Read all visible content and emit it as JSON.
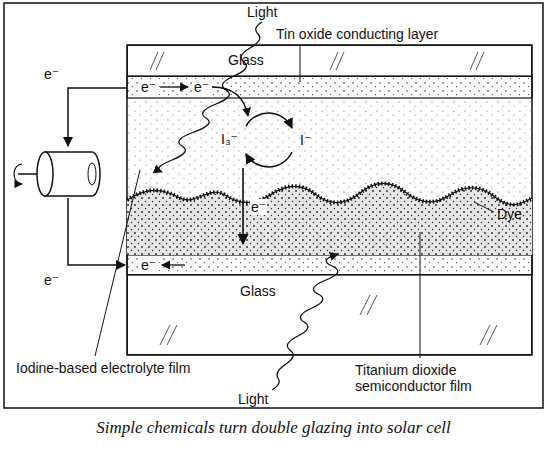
{
  "diagram": {
    "caption": "Simple chemicals turn double glazing into solar cell",
    "nodes": [
      {
        "text": [
          "Glass"
        ]
      },
      {
        "text": [
          "Glass"
        ]
      }
    ],
    "labels": [
      "Light",
      "Tin oxide conducting layer",
      "e⁻",
      "e⁻",
      "e⁻",
      "I₃⁻",
      "I⁻",
      "e⁻",
      "Dye",
      "e⁻",
      "e⁻",
      "Iodine-based electrolyte film",
      "Titanium dioxide semiconductor film",
      "Light"
    ]
  }
}
